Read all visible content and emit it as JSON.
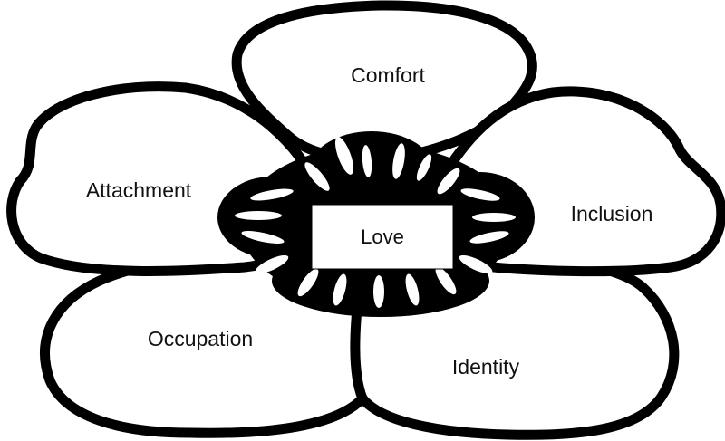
{
  "diagram": {
    "center_label": "Love",
    "petals": [
      {
        "id": "top",
        "label": "Comfort"
      },
      {
        "id": "upper-left",
        "label": "Attachment"
      },
      {
        "id": "upper-right",
        "label": "Inclusion"
      },
      {
        "id": "lower-left",
        "label": "Occupation"
      },
      {
        "id": "lower-right",
        "label": "Identity"
      }
    ]
  }
}
